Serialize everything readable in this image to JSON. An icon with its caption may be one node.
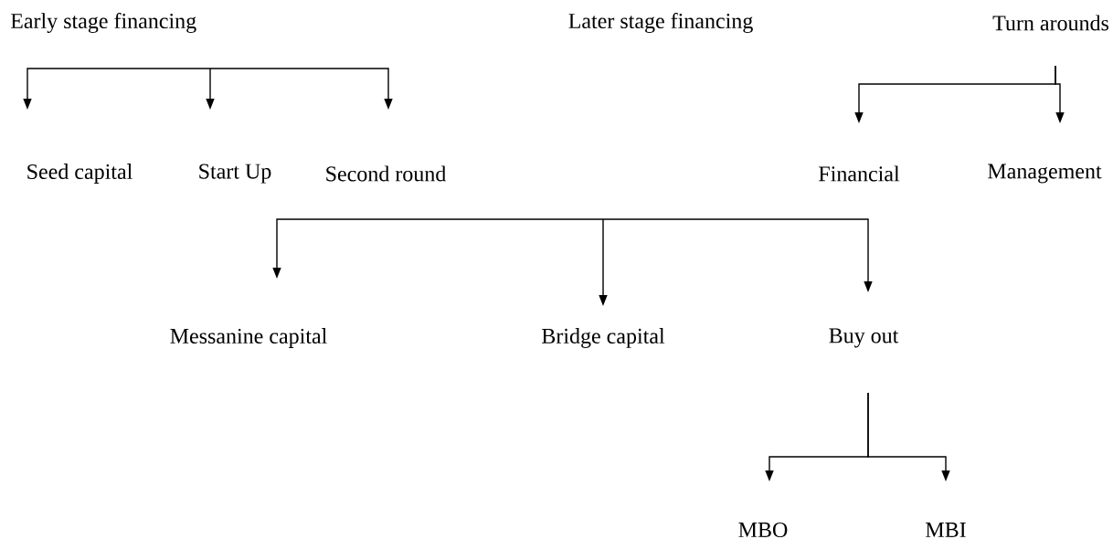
{
  "diagram": {
    "nodes": [
      {
        "text": [
          "Early stage financing"
        ]
      },
      {
        "text": [
          "Later stage financing"
        ]
      },
      {
        "text": [
          "Turn arounds"
        ]
      },
      {
        "text": [
          "Seed capital"
        ]
      },
      {
        "text": [
          "Start Up"
        ]
      },
      {
        "text": [
          "Second round"
        ]
      },
      {
        "text": [
          "Financial"
        ]
      },
      {
        "text": [
          "Management"
        ]
      },
      {
        "text": [
          "Messanine capital"
        ]
      },
      {
        "text": [
          "Bridge capital"
        ]
      },
      {
        "text": [
          "Buy out"
        ]
      },
      {
        "text": [
          "MBO"
        ]
      },
      {
        "text": [
          "MBI"
        ]
      }
    ],
    "edges": [
      {
        "from": 0,
        "to": 3,
        "arrow": "to"
      },
      {
        "from": 0,
        "to": 4,
        "arrow": "to"
      },
      {
        "from": 0,
        "to": 5,
        "arrow": "to"
      },
      {
        "from": 2,
        "to": 6,
        "arrow": "to"
      },
      {
        "from": 2,
        "to": 7,
        "arrow": "to"
      },
      {
        "from": null,
        "to": 8,
        "arrow": "to"
      },
      {
        "from": null,
        "to": 9,
        "arrow": "to"
      },
      {
        "from": null,
        "to": 10,
        "arrow": "to"
      },
      {
        "from": 10,
        "to": 11,
        "arrow": "to"
      },
      {
        "from": 10,
        "to": 12,
        "arrow": "to"
      }
    ]
  }
}
